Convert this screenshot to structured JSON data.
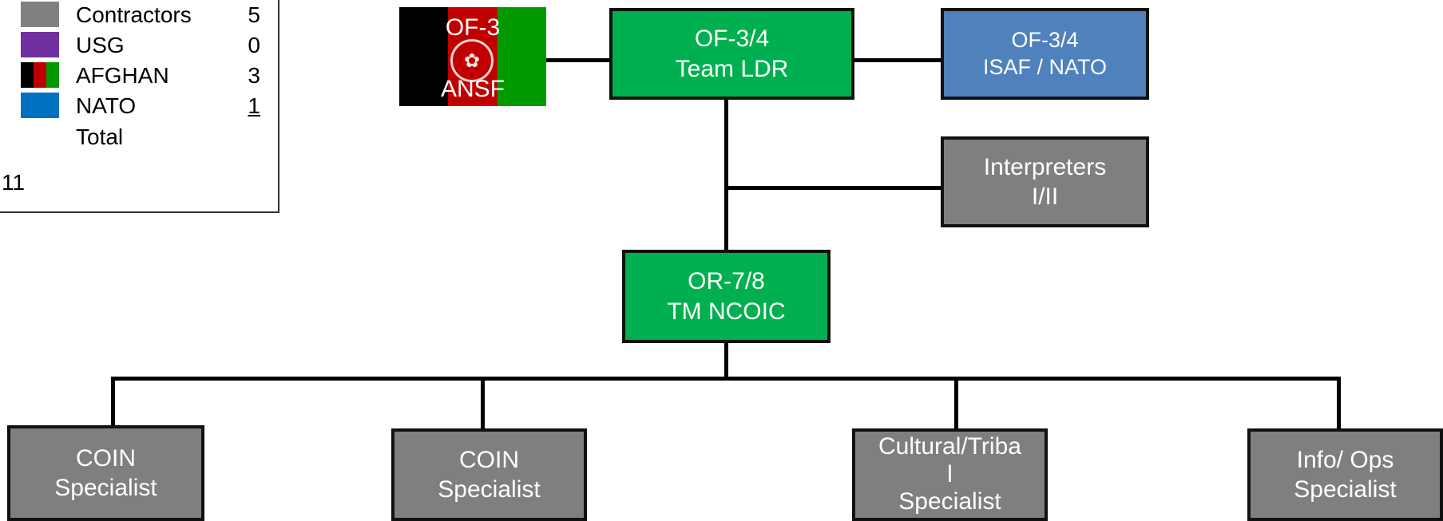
{
  "legend": {
    "items": [
      {
        "label": "Contractors",
        "count": "5",
        "color": "#808080"
      },
      {
        "label": "USG",
        "count": "0",
        "color": "#7030a0"
      },
      {
        "label": "AFGHAN",
        "count": "3",
        "color": "afghan-flag"
      },
      {
        "label": "NATO",
        "count": "1",
        "color": "#0070c0"
      }
    ],
    "total_label": "Total",
    "total_value": "11"
  },
  "flag": {
    "top_text": "OF-3",
    "bottom_text": "ANSF",
    "icon": "afghan-emblem-icon",
    "colors": [
      "#000000",
      "#c00000",
      "#009a00"
    ]
  },
  "nodes": {
    "team_ldr": {
      "line1": "OF-3/4",
      "line2": "Team LDR",
      "color": "#00b050"
    },
    "isaf": {
      "line1": "OF-3/4",
      "line2": "ISAF / NATO",
      "color": "#4f81bd"
    },
    "interpreters": {
      "line1": "Interpreters",
      "line2": "I/II",
      "color": "#7f7f7f"
    },
    "ncoic": {
      "line1": "OR-7/8",
      "line2": "TM NCOIC",
      "color": "#00b050"
    },
    "coin1": {
      "line1": "COIN",
      "line2": "Specialist",
      "color": "#7f7f7f"
    },
    "coin2": {
      "line1": "COIN",
      "line2": "Specialist",
      "color": "#7f7f7f"
    },
    "cultural": {
      "line1": "Cultural/Triba",
      "line2": "l",
      "line3": "Specialist",
      "color": "#7f7f7f"
    },
    "info_ops": {
      "line1": "Info/ Ops",
      "line2": "Specialist",
      "color": "#7f7f7f"
    }
  }
}
